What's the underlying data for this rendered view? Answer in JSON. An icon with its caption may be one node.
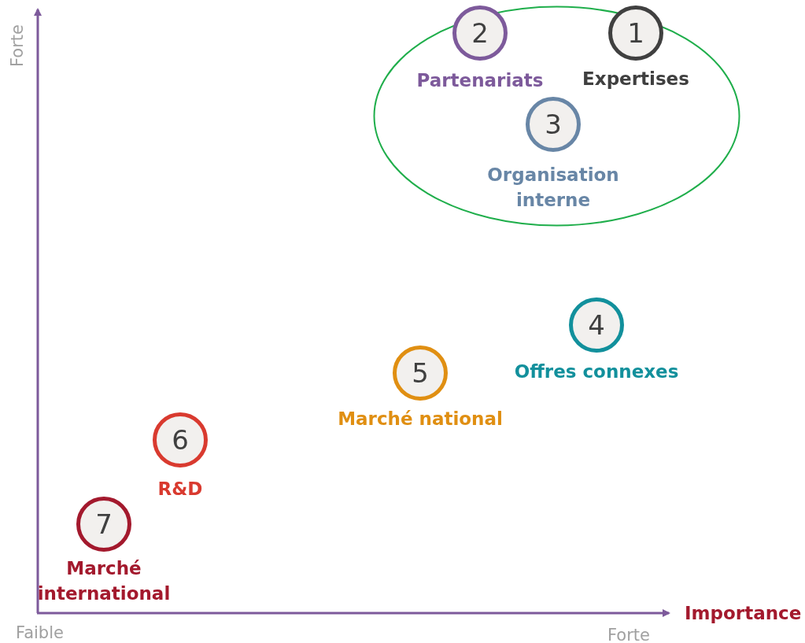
{
  "diagram": {
    "nodes": [
      {
        "text": [],
        "shape": "ellipse"
      },
      {
        "text": [
          "2"
        ],
        "beside": [
          "Partenariats"
        ],
        "in": 0
      },
      {
        "text": [
          "1"
        ],
        "beside": [
          "Expertises"
        ],
        "in": 0
      },
      {
        "text": [
          "3"
        ],
        "beside": [
          "Organisation interne"
        ],
        "in": 0
      },
      {
        "text": [
          "4"
        ],
        "beside": [
          "Offres connexes"
        ]
      },
      {
        "text": [
          "5"
        ],
        "beside": [
          "Marché national"
        ]
      },
      {
        "text": [
          "6"
        ],
        "beside": [
          "R&D"
        ]
      },
      {
        "text": [
          "7"
        ],
        "beside": [
          "Marché international"
        ]
      }
    ],
    "labels": [
      "Forte",
      "Faible",
      "Forte",
      "Importance"
    ]
  }
}
